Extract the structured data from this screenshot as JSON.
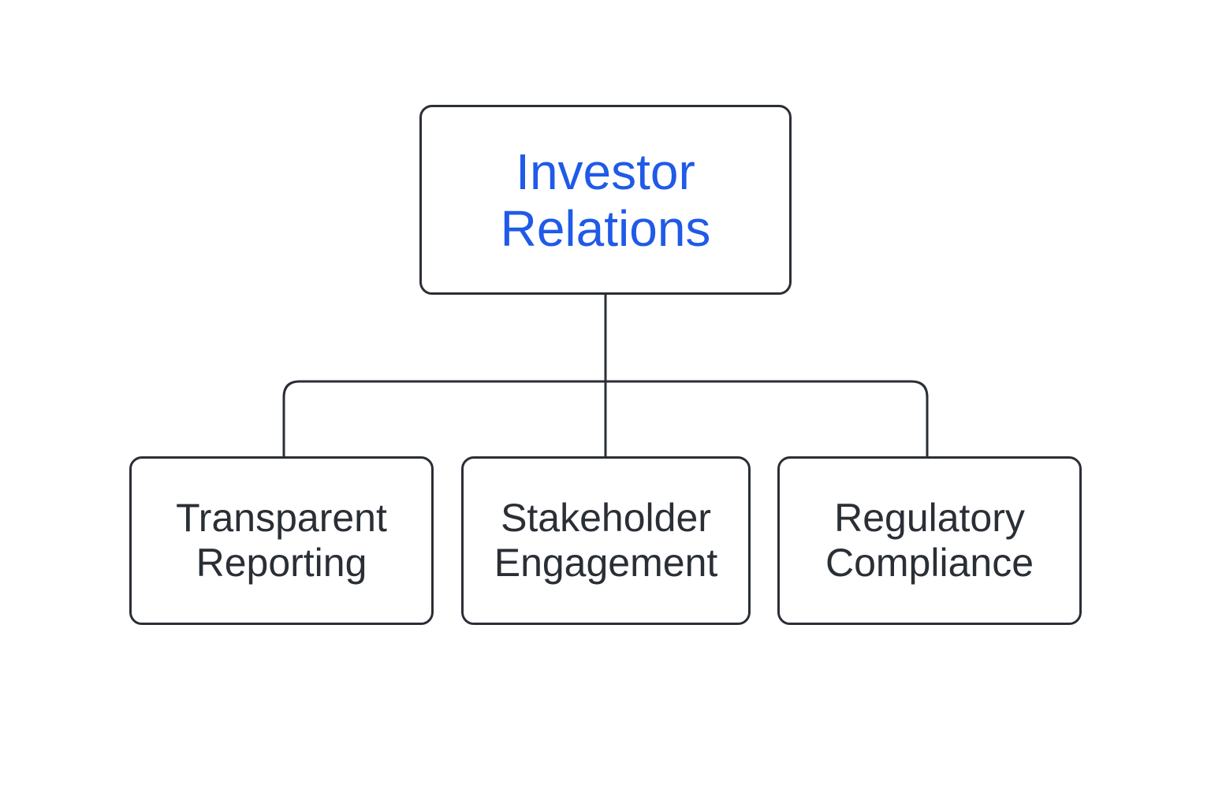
{
  "diagram": {
    "root": {
      "lines": [
        "Investor",
        "Relations"
      ],
      "color": "#1f5ae8"
    },
    "children": [
      {
        "lines": [
          "Transparent",
          "Reporting"
        ]
      },
      {
        "lines": [
          "Stakeholder",
          "Engagement"
        ]
      },
      {
        "lines": [
          "Regulatory",
          "Compliance"
        ]
      }
    ],
    "line_color": "#2a2f36",
    "text_color": "#2a2f36"
  }
}
